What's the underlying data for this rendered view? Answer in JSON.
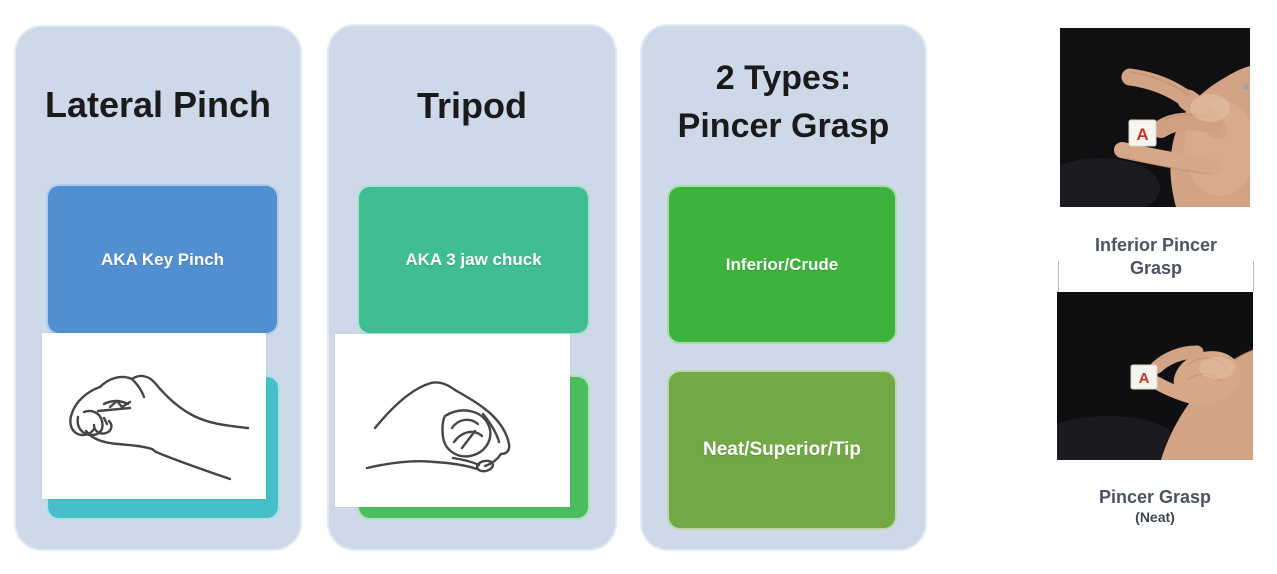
{
  "slide": {
    "panels": [
      {
        "title_lines": [
          "Lateral Pinch"
        ],
        "top_box": {
          "label": "AKA Key Pinch",
          "color": "#518fd0"
        },
        "bottom_box": {
          "label": "",
          "color": "#47bfc8"
        },
        "drawing": "lateral-pinch-hand-line-drawing"
      },
      {
        "title_lines": [
          "Tripod"
        ],
        "top_box": {
          "label": "AKA 3 jaw chuck",
          "color": "#40bd92"
        },
        "bottom_box": {
          "label": "",
          "color": "#4cbd5f"
        },
        "drawing": "tripod-grasp-hand-line-drawing"
      },
      {
        "title_lines": [
          "2 Types:",
          "Pincer Grasp"
        ],
        "top_box": {
          "label": "Inferior/Crude",
          "color": "#3db33d"
        },
        "bottom_box": {
          "label": "Neat/Superior/Tip",
          "color": "#72a946"
        }
      }
    ],
    "photos": [
      {
        "caption_lines": [
          "Inferior Pincer",
          "Grasp"
        ],
        "cube_letter": "A"
      },
      {
        "caption_lines": [
          "Pincer Grasp",
          "(Neat)"
        ],
        "cube_letter": "A"
      }
    ],
    "colors": {
      "panel_background": "#cdd9e9",
      "title_text": "#1a1a1a",
      "box_text": "#ffffff",
      "caption_text": "#4b5364",
      "photo_background": "#101013",
      "cube_letter_red": "#c5352b",
      "drawing_stroke": "#454545",
      "skin_tone": "#d2a385"
    }
  }
}
